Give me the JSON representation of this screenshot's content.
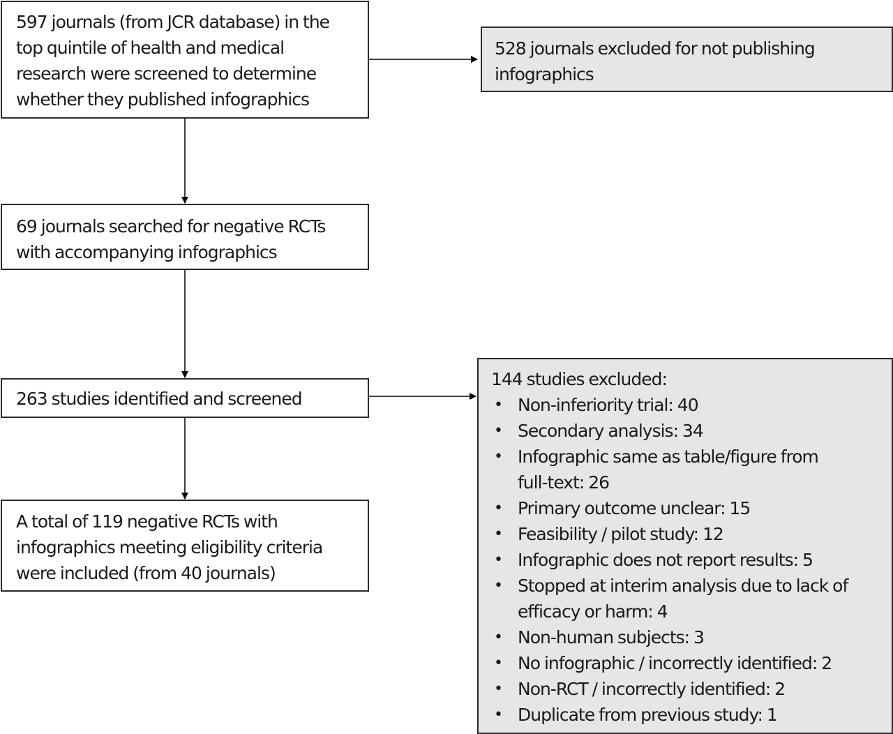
{
  "flowchart": {
    "screened_journals": "597  journals (from JCR database) in the\ntop quintile of health and medical\nresearch were screened to determine\nwhether they published infographics",
    "excluded_journals": "528  journals excluded for not publishing\ninfographics",
    "searched_journals": "69  journals searched for negative RCTs\nwith accompanying infographics",
    "identified_studies": "263  studies identified and screened",
    "included_studies": "A total of 119  negative RCTs with\ninfographics meeting eligibility criteria\nwere included (from 40 journals)",
    "excluded_studies": {
      "heading": "144  studies excluded:",
      "bullet": "•",
      "items": [
        "Non-inferiority trial: 40",
        "Secondary analysis: 34",
        "Infographic same as table/figure from\nfull-text: 26",
        "Primary outcome unclear: 15",
        "Feasibility / pilot study: 12",
        "Infographic does not report results: 5",
        "Stopped at interim analysis due to lack of\nefficacy or harm: 4",
        "Non-human subjects: 3",
        "No infographic / incorrectly identified: 2",
        "Non-RCT / incorrectly identified: 2",
        "Duplicate from previous study: 1"
      ]
    }
  },
  "colors": {
    "box_border": "#2b2b2b",
    "excluded_fill": "#e6e6e6",
    "arrow": "#000000"
  }
}
